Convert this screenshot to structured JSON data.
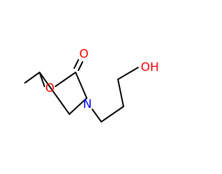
{
  "molecule": {
    "atoms": {
      "ring_oxygen": {
        "symbol": "O",
        "color": "#ff0000"
      },
      "carbonyl_oxygen": {
        "symbol": "O",
        "color": "#ff0000"
      },
      "nitrogen": {
        "symbol": "N",
        "color": "#0000ff"
      },
      "hydroxyl": {
        "symbol": "OH",
        "color": "#ff0000"
      }
    },
    "bond_color": "#000000",
    "background": "#ffffff"
  }
}
